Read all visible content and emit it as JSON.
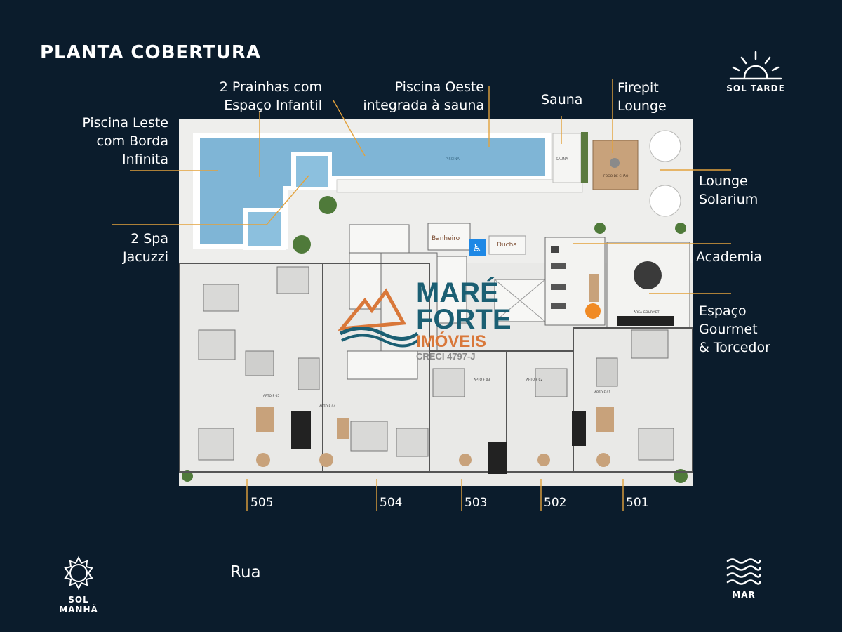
{
  "title": "PLANTA COBERTURA",
  "labels": {
    "piscina_leste": [
      "Piscina Leste",
      "com Borda",
      "Infinita"
    ],
    "prainhas": [
      "2 Prainhas com",
      "Espaço Infantil"
    ],
    "piscina_oeste": [
      "Piscina Oeste",
      "integrada à sauna"
    ],
    "sauna": "Sauna",
    "firepit": [
      "Firepit",
      "Lounge"
    ],
    "lounge_solarium": [
      "Lounge",
      "Solarium"
    ],
    "spa": [
      "2 Spa",
      "Jacuzzi"
    ],
    "academia": "Academia",
    "gourmet": [
      "Espaço",
      "Gourmet",
      "& Torcedor"
    ]
  },
  "units": [
    "505",
    "504",
    "503",
    "502",
    "501"
  ],
  "plan_text": {
    "banheiro": "Banheiro",
    "ducha": "Ducha",
    "wheelchair_icon": "accessibility-icon",
    "piscina": "PISCINA",
    "sauna_small": "SAUNA",
    "fogo": "FOGO DE CHÃO",
    "area_gourmet": "ÁREA GOURMET",
    "apto_505": "APTO F 05",
    "apto_504": "APTO F 04",
    "apto_503": "APTO F 03",
    "apto_502": "APTO F 02",
    "apto_501": "APTO F 01"
  },
  "watermark": {
    "line1": "MARÉ",
    "line2": "FORTE",
    "line3": "IMÓVEIS",
    "creci": "CRECI 4797-J"
  },
  "corners": {
    "sol_tarde": "SOL TARDE",
    "sol_manha": "SOL MANHÃ",
    "mar": "MAR",
    "rua": "Rua"
  },
  "colors": {
    "background": "#0b1c2c",
    "leader": "#e3a23c",
    "pool": "#7fb5d6",
    "brand_teal": "#1b5f73",
    "brand_orange": "#d9783a"
  }
}
